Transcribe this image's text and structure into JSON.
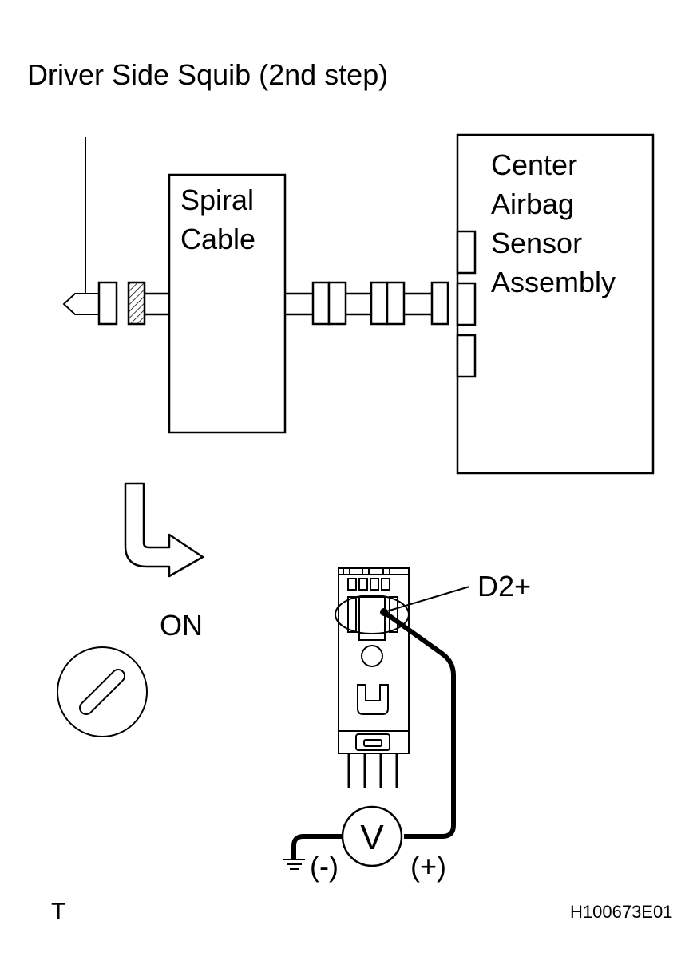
{
  "title": "Driver Side Squib (2nd step)",
  "spiral_cable": {
    "lines": [
      "Spiral",
      "Cable"
    ]
  },
  "center_sensor": {
    "lines": [
      "Center",
      "Airbag",
      "Sensor",
      "Assembly"
    ]
  },
  "ignition": {
    "label": "ON"
  },
  "connector": {
    "terminal": "D2+"
  },
  "voltmeter": {
    "symbol": "V",
    "negative": "(-)",
    "positive": "(+)"
  },
  "footer": {
    "mark": "T",
    "code": "H100673E01"
  }
}
